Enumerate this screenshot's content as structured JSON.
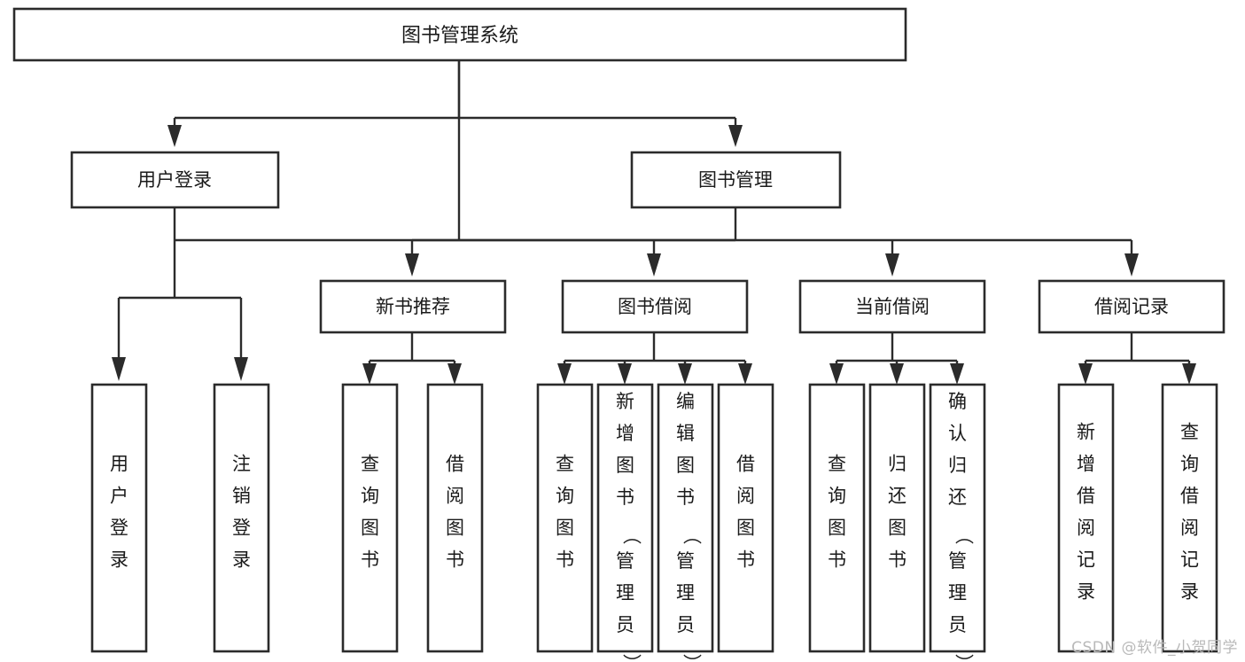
{
  "diagram": {
    "type": "tree-hierarchy",
    "title": "图书管理系统",
    "watermark": "CSDN @软件_小贺同学",
    "colors": {
      "box_stroke": "#2b2b2b",
      "box_fill": "#ffffff",
      "text": "#1a1a1a",
      "connector": "#2b2b2b",
      "watermark": "#b9b9b9",
      "background": "#ffffff"
    },
    "root": {
      "label": "图书管理系统"
    },
    "level2": [
      {
        "id": "user-login",
        "label": "用户登录"
      },
      {
        "id": "book-management",
        "label": "图书管理"
      }
    ],
    "level3": [
      {
        "id": "new-book-recommend",
        "label": "新书推荐",
        "parent": "book-management"
      },
      {
        "id": "book-borrow",
        "label": "图书借阅",
        "parent": "book-management"
      },
      {
        "id": "current-borrow",
        "label": "当前借阅",
        "parent": "book-management"
      },
      {
        "id": "borrow-record",
        "label": "借阅记录",
        "parent": "book-management"
      }
    ],
    "leaves": {
      "user-login": [
        {
          "id": "leaf-user-login",
          "label": "用户登录"
        },
        {
          "id": "leaf-logout-login",
          "label": "注销登录"
        }
      ],
      "new-book-recommend": [
        {
          "id": "leaf-query-book-1",
          "label": "查询图书"
        },
        {
          "id": "leaf-borrow-book-1",
          "label": "借阅图书"
        }
      ],
      "book-borrow": [
        {
          "id": "leaf-query-book-2",
          "label": "查询图书"
        },
        {
          "id": "leaf-add-book-admin",
          "label": "新增图书（管理员）"
        },
        {
          "id": "leaf-edit-book-admin",
          "label": "编辑图书（管理员）"
        },
        {
          "id": "leaf-borrow-book-2",
          "label": "借阅图书"
        }
      ],
      "current-borrow": [
        {
          "id": "leaf-query-book-3",
          "label": "查询图书"
        },
        {
          "id": "leaf-return-book",
          "label": "归还图书"
        },
        {
          "id": "leaf-confirm-return-admin",
          "label": "确认归还（管理员）"
        }
      ],
      "borrow-record": [
        {
          "id": "leaf-add-borrow-record",
          "label": "新增借阅记录"
        },
        {
          "id": "leaf-query-borrow-record",
          "label": "查询借阅记录"
        }
      ]
    }
  }
}
